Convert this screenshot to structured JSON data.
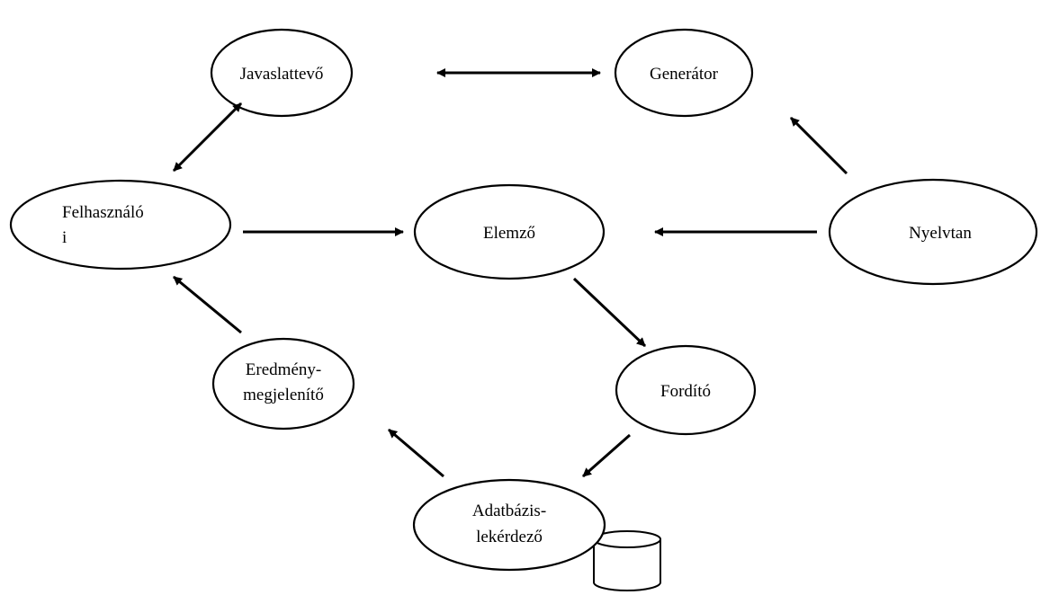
{
  "diagram": {
    "nodes": {
      "javaslattevo": [
        "Javaslattevő"
      ],
      "generator": [
        "Generátor"
      ],
      "felhasznaloi": [
        "Felhasználó",
        "i"
      ],
      "elemzo": [
        "Elemző"
      ],
      "nyelvtan": [
        "Nyelvtan"
      ],
      "eredmenymegjelenito": [
        "Eredmény-",
        "megjelenítő"
      ],
      "fordito": [
        "Fordító"
      ],
      "adatbazislekerdezo": [
        "Adatbázis-",
        "lekérdező"
      ]
    },
    "edges": [
      {
        "from": "javaslattevo",
        "to": "generator",
        "direction": "both"
      },
      {
        "from": "felhasznaloi",
        "to": "javaslattevo",
        "direction": "both"
      },
      {
        "from": "nyelvtan",
        "to": "generator",
        "direction": "forward"
      },
      {
        "from": "felhasznaloi",
        "to": "elemzo",
        "direction": "forward"
      },
      {
        "from": "nyelvtan",
        "to": "elemzo",
        "direction": "forward"
      },
      {
        "from": "elemzo",
        "to": "fordito",
        "direction": "forward"
      },
      {
        "from": "eredmenymegjelenito",
        "to": "felhasznaloi",
        "direction": "forward"
      },
      {
        "from": "fordito",
        "to": "adatbazislekerdezo",
        "direction": "forward"
      },
      {
        "from": "adatbazislekerdezo",
        "to": "eredmenymegjelenito",
        "direction": "forward"
      }
    ],
    "colors": {
      "stroke": "#000000",
      "fill": "#ffffff",
      "text": "#000000"
    },
    "database_icon": "database-cylinder-icon"
  }
}
